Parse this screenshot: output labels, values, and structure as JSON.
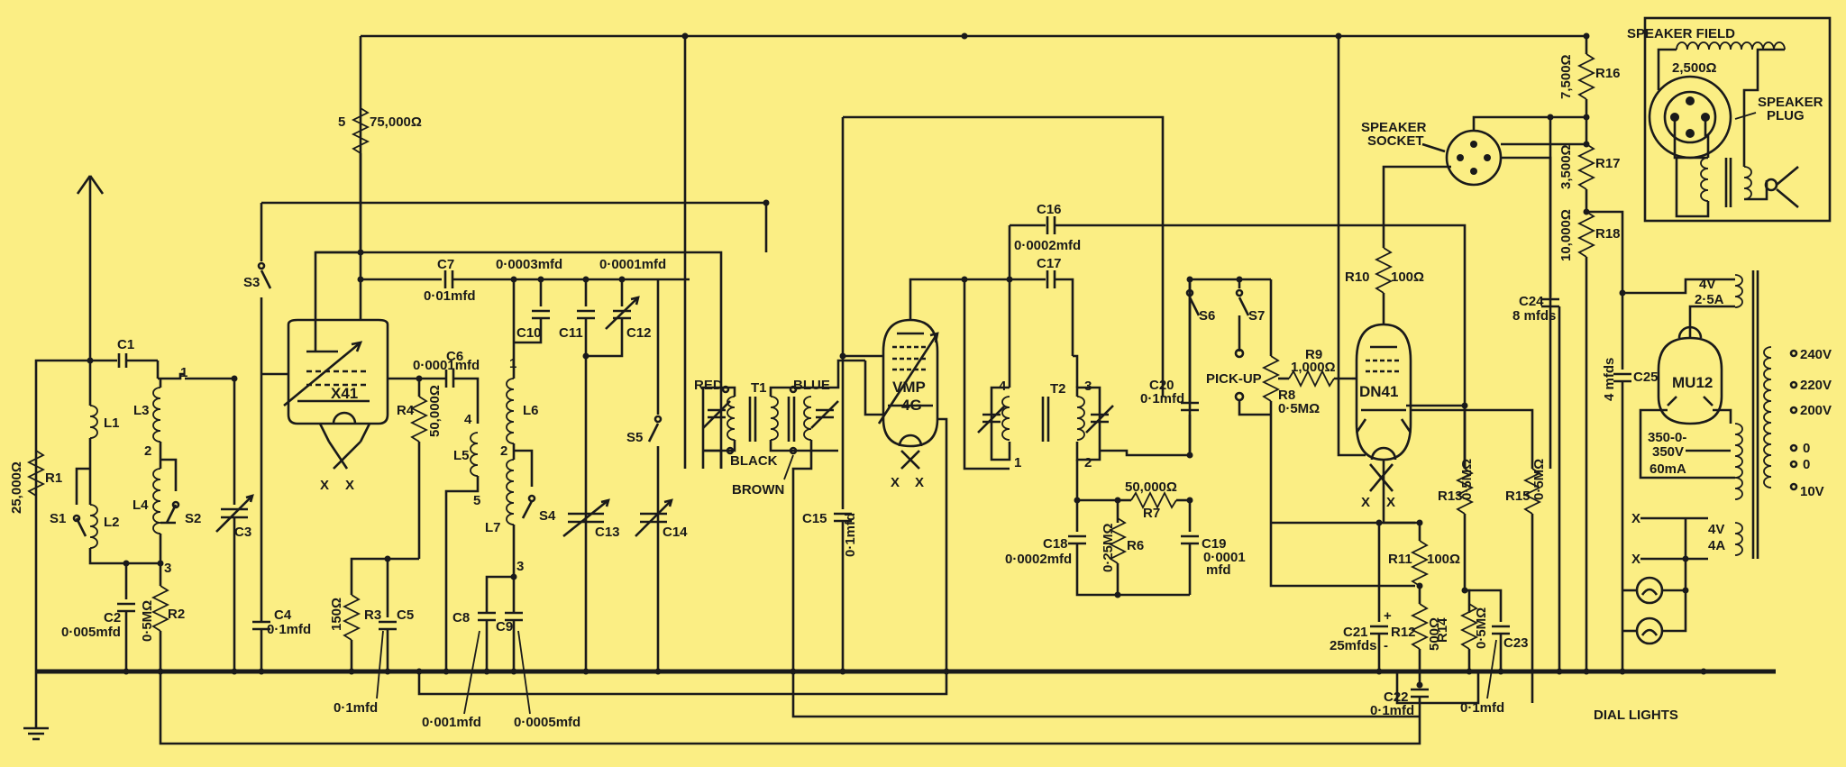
{
  "labels": {
    "R1": "R1",
    "R1v": "25,000Ω",
    "R2": "R2",
    "R2v": "0·5MΩ",
    "R3": "R3",
    "R3v": "150Ω",
    "R4": "R4",
    "R4v": "50,000Ω",
    "R5v": "75,000Ω",
    "R5": "5",
    "R6": "R6",
    "R6v": "0·25MΩ",
    "R7": "R7",
    "R7v": "50,000Ω",
    "R8": "R8",
    "R8v": "0·5MΩ",
    "R9": "R9",
    "R9v": "1,000Ω",
    "R10": "R10",
    "R10v": "100Ω",
    "R11": "R11",
    "R11v": "100Ω",
    "R12": "R12",
    "R12v": "500Ω",
    "R13": "R13",
    "R13v": "0·5MΩ",
    "R14": "R14",
    "R14v": "0·5MΩ",
    "R15": "R15",
    "R15v": "0·5MΩ",
    "R16": "R16",
    "R16v": "7,500Ω",
    "R17": "R17",
    "R17v": "3,500Ω",
    "R18": "R18",
    "R18v": "10,000Ω",
    "C1": "C1",
    "C2": "C2",
    "C2v": "0·005mfd",
    "C3": "C3",
    "C4": "C4",
    "C4v": "0·1mfd",
    "C5": "C5",
    "C5v": "0·1mfd",
    "C6": "C6",
    "C6v": "0·0001mfd",
    "C7": "C7",
    "C7v": "0·01mfd",
    "C8": "C8",
    "C8v": "0·001mfd",
    "C9": "C9",
    "C9v": "0·0005mfd",
    "C10": "C10",
    "C10v": "0·0003mfd",
    "C11": "C11",
    "C12": "C12",
    "C12v": "0·0001mfd",
    "C13": "C13",
    "C14": "C14",
    "C15": "C15",
    "C15v": "0·1mfd",
    "C16": "C16",
    "C16v": "0·0002mfd",
    "C17": "C17",
    "C18": "C18",
    "C18v": "0·0002mfd",
    "C19": "C19",
    "C19v1": "0·0001",
    "C19v2": "mfd",
    "C20": "C20",
    "C20v": "0·1mfd",
    "C21": "C21",
    "C21v": "25mfds",
    "C22": "C22",
    "C22v": "0·1mfd",
    "C23": "C23",
    "C23v": "0·1mfd",
    "C24": "C24",
    "C24v": "8 mfds",
    "C25": "C25",
    "C25v": "4 mfds",
    "L1": "L1",
    "L2": "L2",
    "L3": "L3",
    "L4": "L4",
    "L5": "L5",
    "L6": "L6",
    "L7": "L7",
    "S1": "S1",
    "S2": "S2",
    "S3": "S3",
    "S4": "S4",
    "S5": "S5",
    "S6": "S6",
    "S7": "S7",
    "T1": "T1",
    "T2": "T2",
    "X41": "X41",
    "VMP": "VMP",
    "VMP2": "4G",
    "DN41": "DN41",
    "MU12": "MU12",
    "red": "RED",
    "blue": "BLUE",
    "black": "BLACK",
    "brown": "BROWN",
    "pickup": "PICK-UP",
    "speakerField": "SPEAKER FIELD",
    "speakerFieldV": "2,500Ω",
    "speakerPlug1": "SPEAKER",
    "speakerPlug2": "PLUG",
    "speakerSocket1": "SPEAKER",
    "speakerSocket2": "SOCKET",
    "dialLights": "DIAL LIGHTS",
    "v4a": "4V",
    "a25": "2·5A",
    "v4b": "4V",
    "a4": "4A",
    "v240": "240V",
    "v220": "220V",
    "v200": "200V",
    "v0": "0",
    "v10": "10V",
    "hv1": "350-0-",
    "hv2": "350V",
    "hv3": "60mA",
    "n1": "1",
    "n2": "2",
    "n3": "3",
    "n4": "4",
    "n5": "5",
    "x": "X"
  }
}
